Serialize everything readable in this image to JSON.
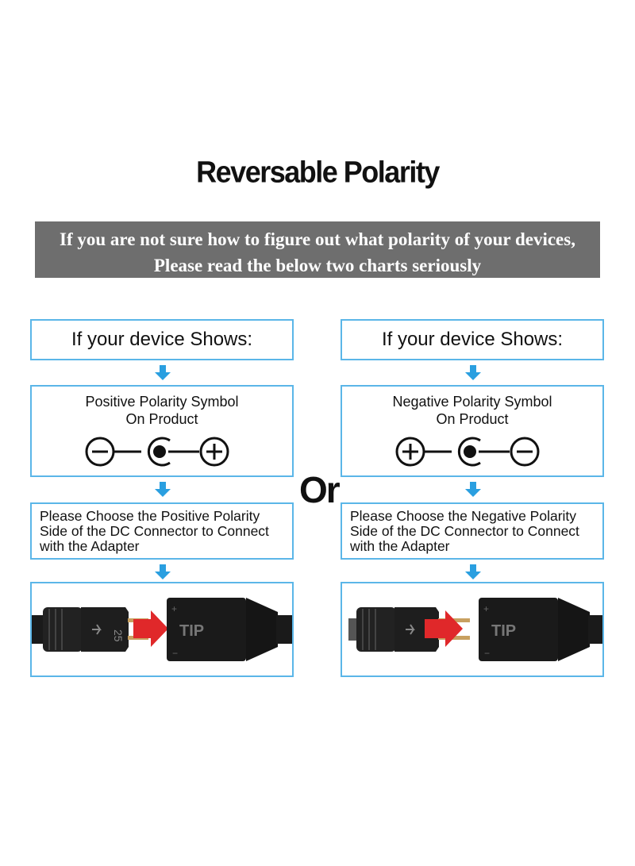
{
  "title": "Reversable Polarity",
  "banner": {
    "line1": "If you are not sure how to figure out what polarity of your devices,",
    "line2": "Please read the below two charts seriously"
  },
  "separator": "Or",
  "left": {
    "header": "If your device Shows:",
    "symbol_line1": "Positive Polarity Symbol",
    "symbol_line2": "On Product",
    "symbol_icon": "positive-polarity-icon",
    "instruction_line1": "Please Choose the Positive Polarity",
    "instruction_line2": "Side of the DC Connector to Connect",
    "instruction_line3": "with the Adapter",
    "connector_text": "25"
  },
  "right": {
    "header": "If your device Shows:",
    "symbol_line1": "Negative Polarity Symbol",
    "symbol_line2": "On Product",
    "symbol_icon": "negative-polarity-icon",
    "instruction_line1": "Please Choose the Negative Polarity",
    "instruction_line2": "Side of the DC Connector to Connect",
    "instruction_line3": "with the Adapter"
  },
  "adapter_text": "TIP",
  "colors": {
    "box_border": "#5bb6e8",
    "step_arrow": "#2a9fe0",
    "banner": "#6e6e6e",
    "insert_arrow": "#e0282a"
  }
}
